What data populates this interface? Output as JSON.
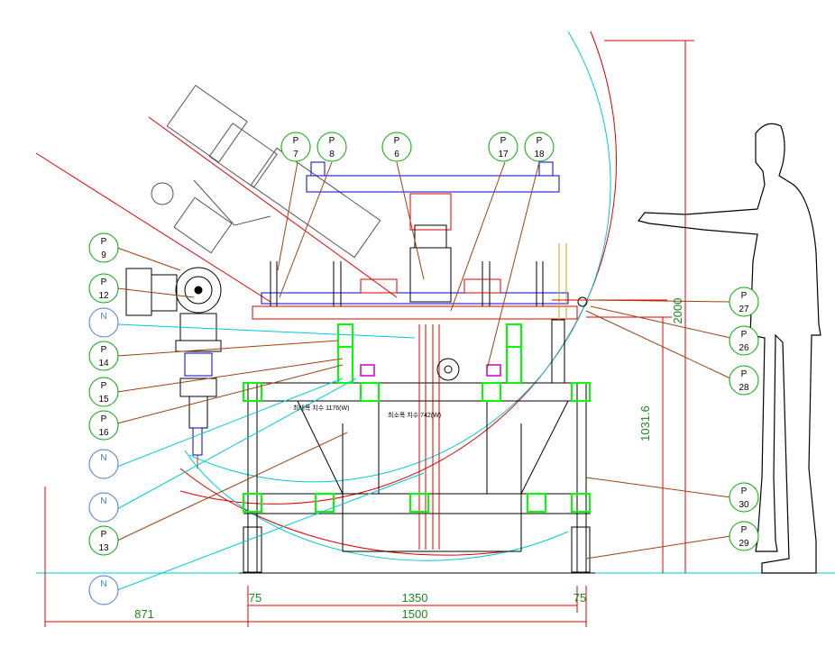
{
  "balloons": {
    "prefix": "P",
    "items": {
      "b7": "7",
      "b8": "8",
      "b6": "6",
      "b17": "17",
      "b18": "18",
      "b9": "9",
      "b12": "12",
      "b14": "14",
      "b15": "15",
      "b16": "16",
      "b13": "13",
      "b27": "27",
      "b26": "26",
      "b28": "28",
      "b30": "30",
      "b29": "29"
    },
    "blue_prefix": "N",
    "blue_items": {
      "n1": "",
      "n2": "",
      "n3": "",
      "n4": ""
    }
  },
  "dimensions": {
    "d75_left": "75",
    "d1350": "1350",
    "d75_right": "75",
    "d871": "871",
    "d1500": "1500",
    "d2000": "2000",
    "d1031": "1031.6"
  },
  "notes": {
    "note_left": "최대폭 치수 1176(W)",
    "note_right": "최소폭 치수 742(W)"
  },
  "colors": {
    "dim_green": "#1a8a1a",
    "red": "#e00000",
    "blue": "#0000cc",
    "cyan": "#00c8d8",
    "bright_green": "#00ff00",
    "brown": "#a04010"
  }
}
